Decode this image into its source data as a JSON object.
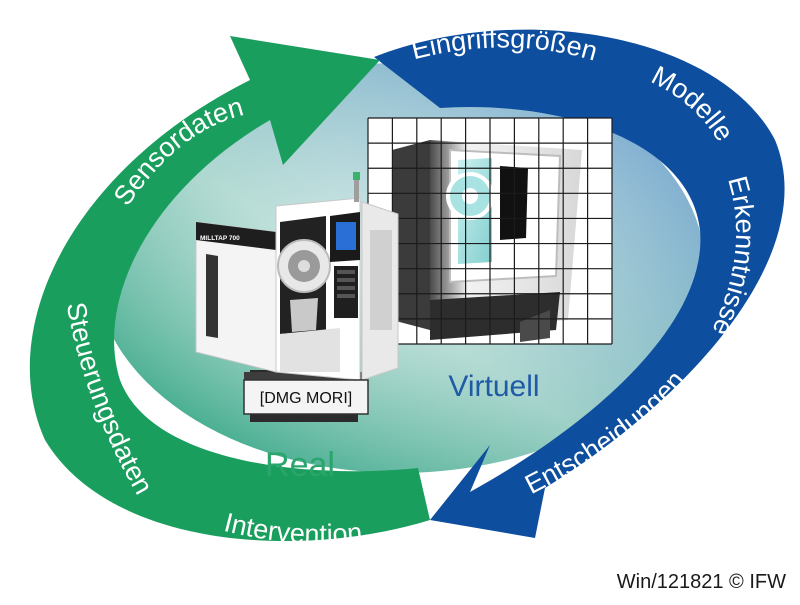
{
  "cycle": {
    "arc_labels": {
      "sensordaten": "Sensordaten",
      "eingriffsgroessen": "Eingriffsgrößen",
      "modelle": "Modelle",
      "erkenntnisse": "Erkenntnisse",
      "entscheidungen": "Entscheidungen",
      "intervention": "Intervention",
      "steuerungsdaten": "Steuerungsdaten"
    },
    "centre": {
      "real_label": "Real",
      "virtual_label": "Virtuell"
    }
  },
  "machine": {
    "model_label": "MILLTAP 700",
    "source_label": "[DMG MORI]"
  },
  "credit": "Win/121821 © IFW",
  "colors": {
    "green": "#1a9e5e",
    "blue": "#0d4e9e",
    "real_text": "#2aa56b",
    "virtual_text": "#1f5aa6"
  }
}
